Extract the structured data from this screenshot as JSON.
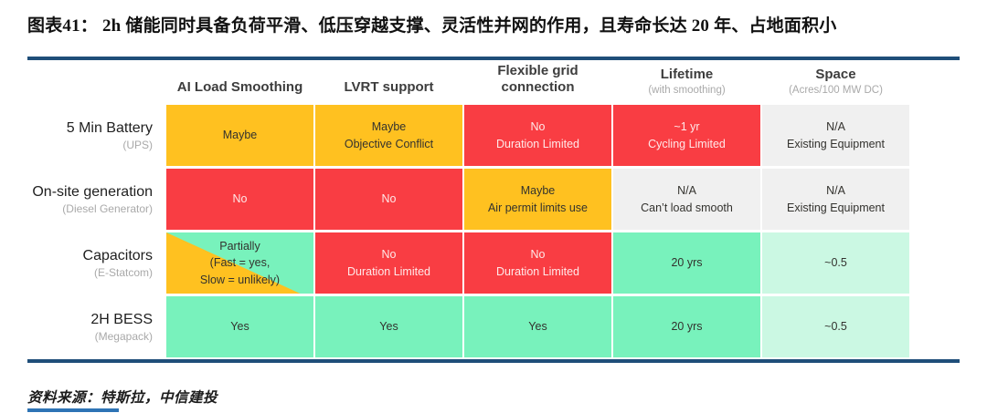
{
  "title": "图表41：  2h 储能同时具备负荷平滑、低压穿越支撑、灵活性并网的作用，且寿命长达 20 年、占地面积小",
  "source": "资料来源：特斯拉，中信建投",
  "palette": {
    "rule_navy": "#1F4E79",
    "footer_blue": "#2E74B5",
    "yellow": "#FFC120",
    "red": "#F93D43",
    "green": "#78F2BC",
    "light_green": "#CBF8E3",
    "gray": "#F0F0F0",
    "dark_text": "#33322E",
    "light_text": "#FFE9E9",
    "sub_gray": "#A9A9A9"
  },
  "chart_data": {
    "type": "table",
    "title": "图表41：  2h 储能同时具备负荷平滑、低压穿越支撑、灵活性并网的作用，且寿命长达 20 年、占地面积小",
    "columns": [
      {
        "label": "AI Load Smoothing",
        "sub": ""
      },
      {
        "label": "LVRT support",
        "sub": ""
      },
      {
        "label": "Flexible grid\nconnection",
        "sub": ""
      },
      {
        "label": "Lifetime",
        "sub": "(with smoothing)"
      },
      {
        "label": "Space",
        "sub": "(Acres/100 MW DC)"
      }
    ],
    "rows": [
      {
        "name": "5 Min Battery",
        "sub": "(UPS)",
        "cells": [
          {
            "text": "Maybe",
            "bg": "#FFC120",
            "fg": "#33322E"
          },
          {
            "text": "Maybe\nObjective Conflict",
            "bg": "#FFC120",
            "fg": "#33322E"
          },
          {
            "text": "No\nDuration Limited",
            "bg": "#F93D43",
            "fg": "#FFE9E9"
          },
          {
            "text": "~1 yr\nCycling Limited",
            "bg": "#F93D43",
            "fg": "#FFE9E9"
          },
          {
            "text": "N/A\nExisting Equipment",
            "bg": "#F0F0F0",
            "fg": "#33322E"
          }
        ]
      },
      {
        "name": "On-site generation",
        "sub": "(Diesel Generator)",
        "cells": [
          {
            "text": "No",
            "bg": "#F93D43",
            "fg": "#FFE9E9"
          },
          {
            "text": "No",
            "bg": "#F93D43",
            "fg": "#FFE9E9"
          },
          {
            "text": "Maybe\nAir permit limits use",
            "bg": "#FFC120",
            "fg": "#33322E"
          },
          {
            "text": "N/A\nCan’t load smooth",
            "bg": "#F0F0F0",
            "fg": "#33322E"
          },
          {
            "text": "N/A\nExisting Equipment",
            "bg": "#F0F0F0",
            "fg": "#33322E"
          }
        ]
      },
      {
        "name": "Capacitors",
        "sub": "(E-Statcom)",
        "cells": [
          {
            "text": "Partially\n(Fast = yes,\nSlow = unlikely)",
            "bg": "#78F2BC",
            "tri": "#FFC120",
            "fg": "#33322E"
          },
          {
            "text": "No\nDuration Limited",
            "bg": "#F93D43",
            "fg": "#FFE9E9"
          },
          {
            "text": "No\nDuration Limited",
            "bg": "#F93D43",
            "fg": "#FFE9E9"
          },
          {
            "text": "20 yrs",
            "bg": "#78F2BC",
            "fg": "#33322E"
          },
          {
            "text": "~0.5",
            "bg": "#CBF8E3",
            "fg": "#33322E"
          }
        ]
      },
      {
        "name": "2H BESS",
        "sub": "(Megapack)",
        "cells": [
          {
            "text": "Yes",
            "bg": "#78F2BC",
            "fg": "#33322E"
          },
          {
            "text": "Yes",
            "bg": "#78F2BC",
            "fg": "#33322E"
          },
          {
            "text": "Yes",
            "bg": "#78F2BC",
            "fg": "#33322E"
          },
          {
            "text": "20 yrs",
            "bg": "#78F2BC",
            "fg": "#33322E"
          },
          {
            "text": "~0.5",
            "bg": "#CBF8E3",
            "fg": "#33322E"
          }
        ]
      }
    ]
  }
}
